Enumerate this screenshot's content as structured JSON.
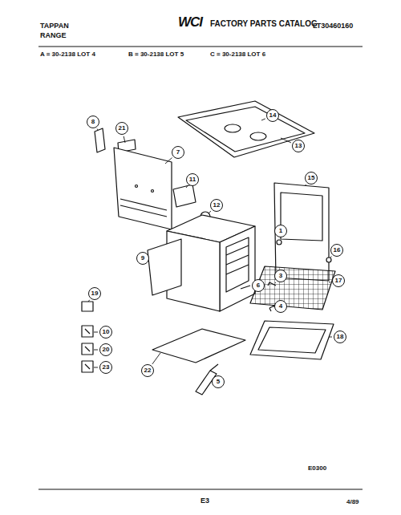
{
  "diagram": {
    "title": "FACTORY PARTS CATALOG",
    "nodes": [
      {
        "text": [
          "8"
        ]
      },
      {
        "text": [
          "21"
        ]
      },
      {
        "text": [
          "14"
        ]
      },
      {
        "text": [
          "7"
        ]
      },
      {
        "text": [
          "13"
        ]
      },
      {
        "text": [
          "15"
        ]
      },
      {
        "text": [
          "11"
        ]
      },
      {
        "text": [
          "12"
        ]
      },
      {
        "text": [
          "1"
        ]
      },
      {
        "text": [
          "16"
        ]
      },
      {
        "text": [
          "9"
        ]
      },
      {
        "text": [
          "3"
        ]
      },
      {
        "text": [
          "17"
        ]
      },
      {
        "text": [
          "6"
        ]
      },
      {
        "text": [
          "4"
        ]
      },
      {
        "text": [
          "19"
        ]
      },
      {
        "text": [
          "10"
        ]
      },
      {
        "text": [
          "20"
        ]
      },
      {
        "text": [
          "23"
        ]
      },
      {
        "text": [
          "22"
        ]
      },
      {
        "text": [
          "18"
        ]
      },
      {
        "text": [
          "5"
        ]
      }
    ],
    "labels": [
      "TAPPAN",
      "RANGE",
      "WCI",
      "LT30460160",
      "A = 30-2138 LOT 4",
      "B = 30-2138 LOT 5",
      "C = 30-2138 LOT 6",
      "E0300",
      "E3",
      "4/89"
    ]
  }
}
